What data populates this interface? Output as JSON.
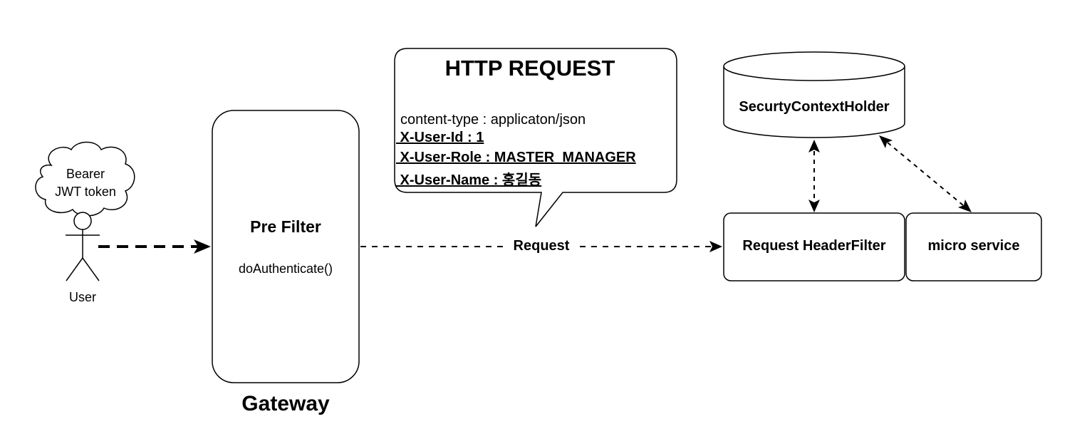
{
  "user": {
    "cloud_line1": "Bearer",
    "cloud_line2": "JWT token",
    "label": "User"
  },
  "gateway": {
    "filter_title": "Pre Filter",
    "filter_method": "doAuthenticate()",
    "label": "Gateway"
  },
  "http_request": {
    "title": "HTTP REQUEST",
    "lines": [
      "content-type : applicaton/json",
      " X-User-Id : 1",
      " X-User-Role : MASTER_MANAGER",
      " X-User-Name : 홍길동"
    ]
  },
  "connection": {
    "request_label": "Request"
  },
  "security_context": {
    "label": "SecurtyContextHolder"
  },
  "request_header_filter": {
    "label": "Request HeaderFilter"
  },
  "micro_service": {
    "label": "micro service"
  }
}
